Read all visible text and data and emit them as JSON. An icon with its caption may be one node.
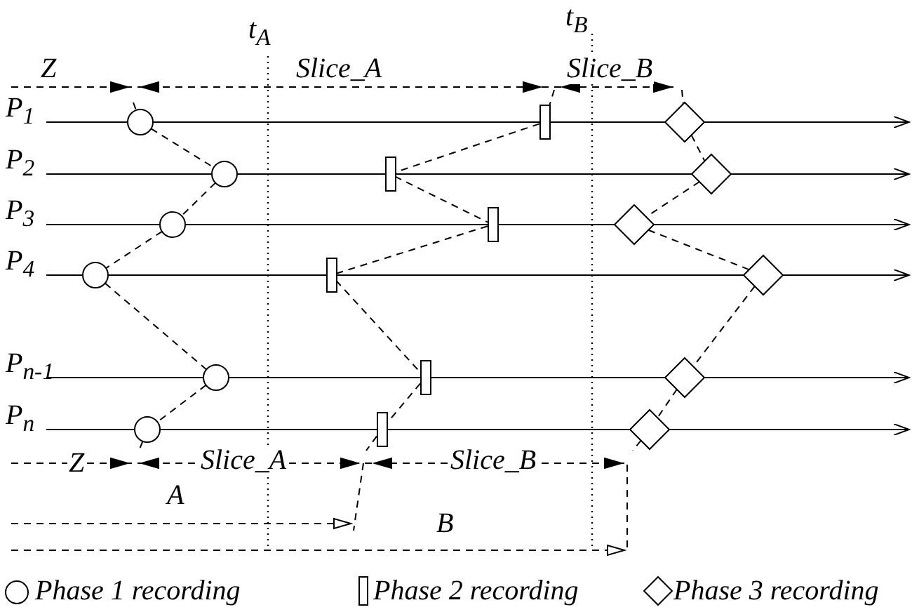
{
  "diagram": {
    "nodes": [
      {
        "text": [
          "P$_{1}$"
        ]
      },
      {
        "text": [],
        "shape": "circle"
      },
      {
        "text": [],
        "shape": "box"
      },
      {
        "text": [],
        "shape": "diamond"
      },
      {
        "text": [
          "P$_{2}$"
        ]
      },
      {
        "text": [],
        "shape": "circle"
      },
      {
        "text": [],
        "shape": "box"
      },
      {
        "text": [],
        "shape": "diamond"
      },
      {
        "text": [
          "P$_{3}$"
        ]
      },
      {
        "text": [],
        "shape": "circle"
      },
      {
        "text": [],
        "shape": "box"
      },
      {
        "text": [],
        "shape": "diamond"
      },
      {
        "text": [
          "P$_{4}$"
        ]
      },
      {
        "text": [],
        "shape": "circle"
      },
      {
        "text": [],
        "shape": "box"
      },
      {
        "text": [],
        "shape": "diamond"
      },
      {
        "text": [
          "P$_{n-1}$"
        ]
      },
      {
        "text": [],
        "shape": "circle"
      },
      {
        "text": [],
        "shape": "box"
      },
      {
        "text": [],
        "shape": "diamond"
      },
      {
        "text": [
          "P$_{n}$"
        ]
      },
      {
        "text": [],
        "shape": "circle"
      },
      {
        "text": [],
        "shape": "box"
      },
      {
        "text": [],
        "shape": "diamond"
      }
    ],
    "edges": [
      {
        "from": 0,
        "to": null,
        "arrow": "to"
      },
      {
        "from": 4,
        "to": null,
        "arrow": "to"
      },
      {
        "from": 8,
        "to": null,
        "arrow": "to"
      },
      {
        "from": 12,
        "to": null,
        "arrow": "to"
      },
      {
        "from": 16,
        "to": null,
        "arrow": "to"
      },
      {
        "from": 20,
        "to": null,
        "arrow": "to"
      },
      {
        "from": null,
        "to": 1,
        "arrow": "none",
        "style": "dashed"
      },
      {
        "from": 1,
        "to": 5,
        "arrow": "none",
        "style": "dashed"
      },
      {
        "from": 5,
        "to": 9,
        "arrow": "none",
        "style": "dashed"
      },
      {
        "from": 9,
        "to": 13,
        "arrow": "none",
        "style": "dashed"
      },
      {
        "from": 13,
        "to": 17,
        "arrow": "none",
        "style": "dashed"
      },
      {
        "from": 17,
        "to": 21,
        "arrow": "none",
        "style": "dashed"
      },
      {
        "from": 21,
        "to": null,
        "arrow": "none",
        "style": "dashed"
      },
      {
        "from": null,
        "to": 2,
        "arrow": "none",
        "style": "dashed"
      },
      {
        "from": 2,
        "to": 6,
        "arrow": "none",
        "style": "dashed"
      },
      {
        "from": 6,
        "to": 10,
        "arrow": "none",
        "style": "dashed"
      },
      {
        "from": 10,
        "to": 14,
        "arrow": "none",
        "style": "dashed"
      },
      {
        "from": 14,
        "to": 18,
        "arrow": "none",
        "style": "dashed"
      },
      {
        "from": 18,
        "to": 22,
        "arrow": "none",
        "style": "dashed"
      },
      {
        "from": 22,
        "to": null,
        "arrow": "none",
        "style": "dashed"
      },
      {
        "from": null,
        "to": 3,
        "arrow": "none",
        "style": "dashed"
      },
      {
        "from": 3,
        "to": 7,
        "arrow": "none",
        "style": "dashed"
      },
      {
        "from": 7,
        "to": 11,
        "arrow": "none",
        "style": "dashed"
      },
      {
        "from": 11,
        "to": 15,
        "arrow": "none",
        "style": "dashed"
      },
      {
        "from": 15,
        "to": 19,
        "arrow": "none",
        "style": "dashed"
      },
      {
        "from": 19,
        "to": 23,
        "arrow": "none",
        "style": "dashed"
      },
      {
        "from": 23,
        "to": null,
        "arrow": "none",
        "style": "dashed"
      }
    ],
    "labels": [
      "t$_{A}$",
      "t$_{B}$",
      "Z",
      "Slice_A",
      "Slice_B",
      "Z",
      "Slice_A",
      "Slice_B",
      "A",
      "B"
    ],
    "legend": [
      {
        "text": "Phase 1 recording"
      },
      {
        "text": "Phase 2 recording"
      },
      {
        "text": "Phase 3 recording"
      }
    ]
  }
}
